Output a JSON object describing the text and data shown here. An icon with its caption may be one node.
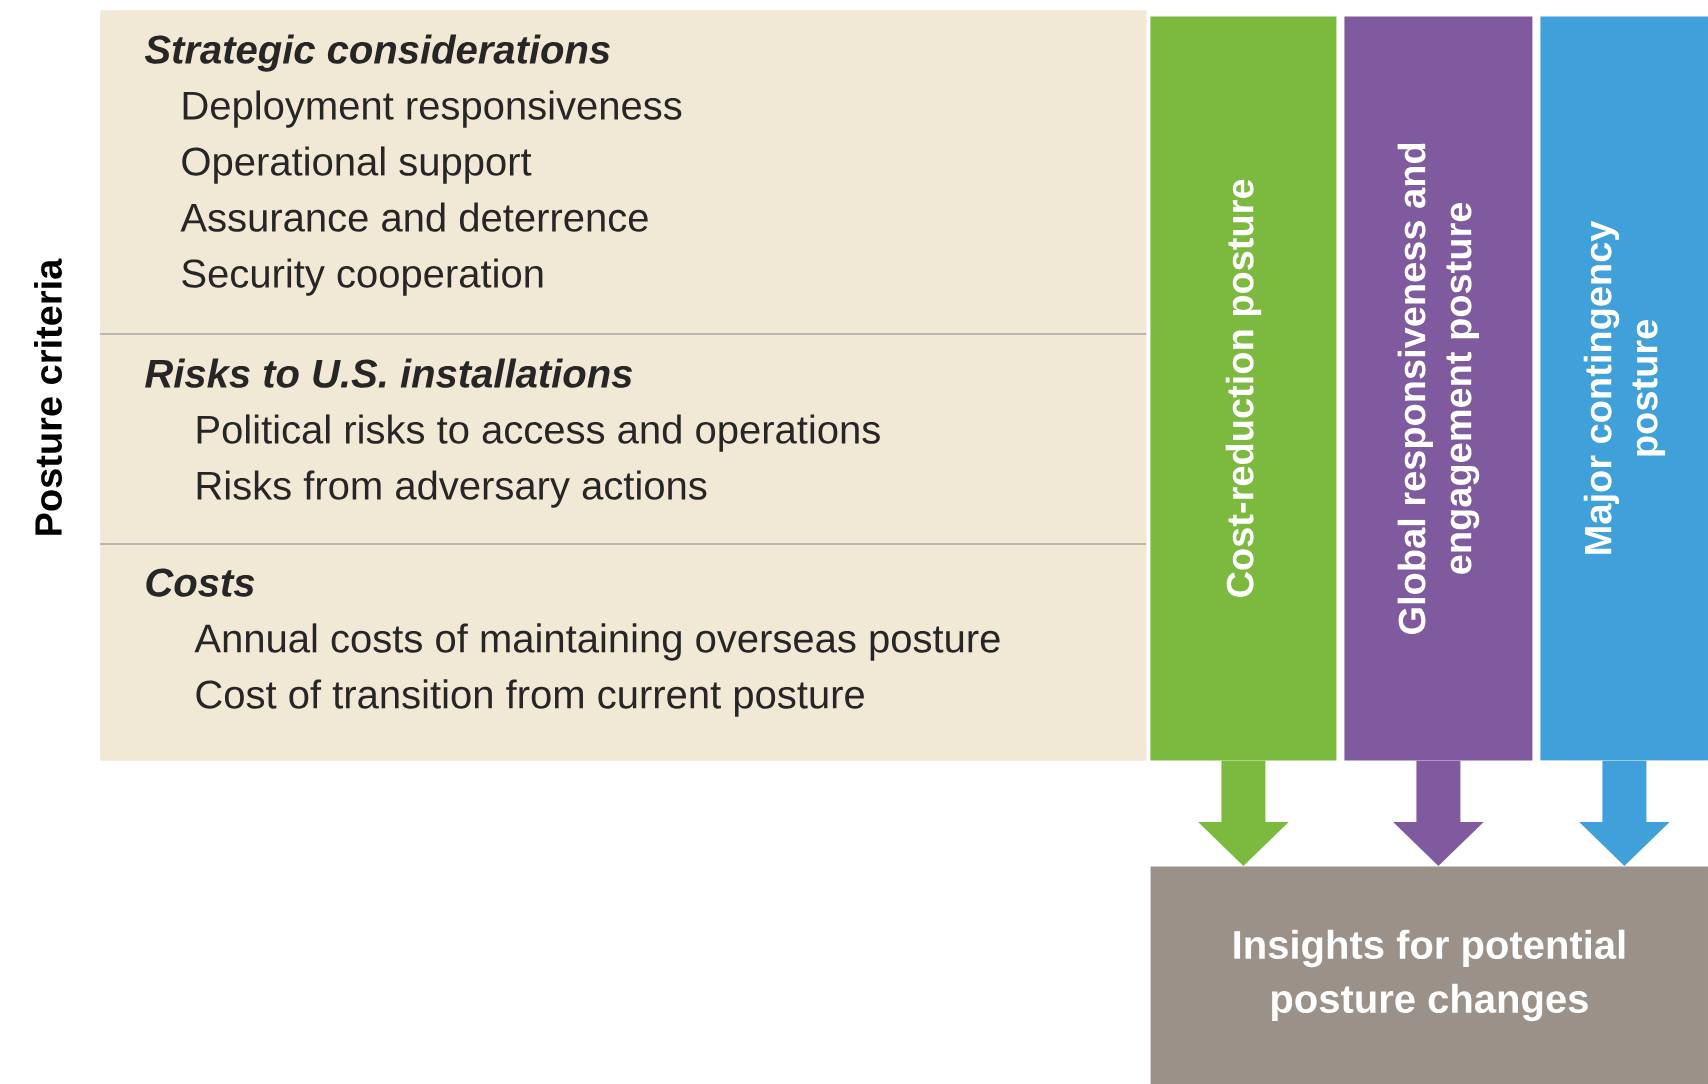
{
  "diagram": {
    "nodes": [
      {
        "text": [
          "Posture criteria"
        ]
      },
      {
        "text": [
          "Strategic considerations",
          "Deployment responsiveness",
          "Operational support",
          "Assurance and deterrence",
          "Security cooperation"
        ],
        "in": 0
      },
      {
        "text": [
          "Risks to U.S. installations",
          "Political risks to access and operations",
          "Risks from adversary actions"
        ],
        "in": 0
      },
      {
        "text": [
          "Costs",
          "Annual costs of maintaining overseas posture",
          "Cost of transition from current posture"
        ],
        "in": 0
      },
      {
        "text": [
          "Cost-reduction posture"
        ]
      },
      {
        "text": [
          "Global responsiveness and engagement posture"
        ]
      },
      {
        "text": [
          "Major contingency posture"
        ]
      },
      {
        "text": [
          "Insights for potential posture changes"
        ]
      }
    ],
    "edges": [
      {
        "from": 4,
        "to": 7,
        "arrow": "to",
        "color": "#7cba3f"
      },
      {
        "from": 5,
        "to": 7,
        "arrow": "to",
        "color": "#7f5a9e"
      },
      {
        "from": 6,
        "to": 7,
        "arrow": "to",
        "color": "#3fa0da"
      }
    ]
  }
}
